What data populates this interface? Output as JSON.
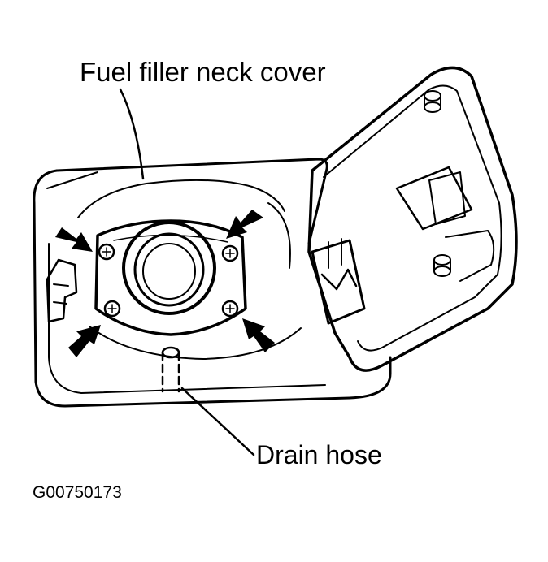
{
  "labels": {
    "cover": "Fuel filler neck cover",
    "drain": "Drain hose",
    "figure_code": "G00750173"
  },
  "colors": {
    "ink": "#000000",
    "paper": "#ffffff"
  }
}
